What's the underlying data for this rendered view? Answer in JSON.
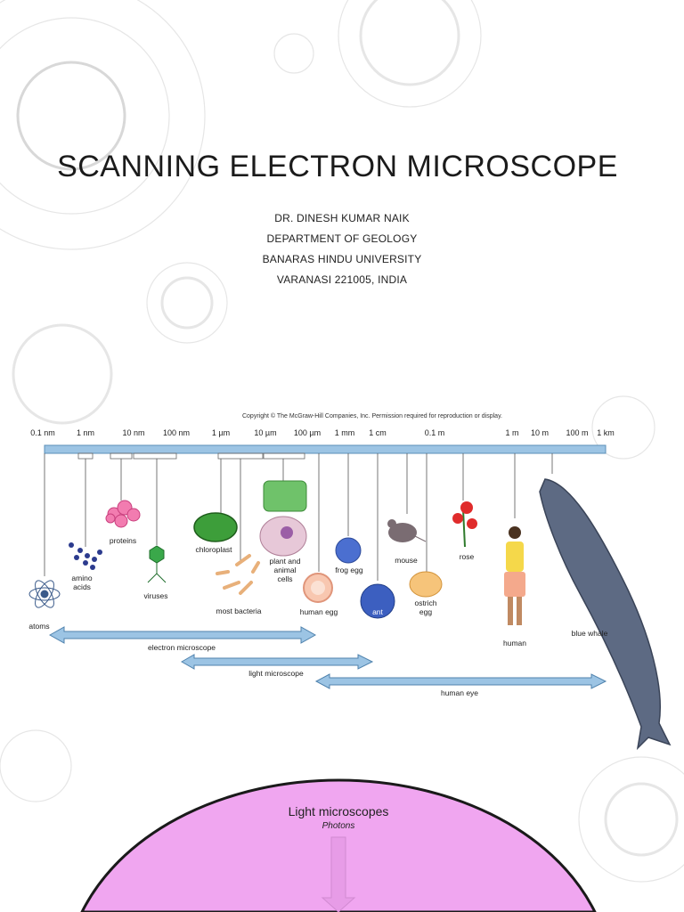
{
  "title": "SCANNING ELECTRON MICROSCOPE",
  "subtitle_lines": [
    "DR. DINESH KUMAR NAIK",
    "DEPARTMENT OF GEOLOGY",
    "BANARAS HINDU UNIVERSITY",
    "VARANASI 221005, INDIA"
  ],
  "figure": {
    "copyright": "Copyright © The McGraw-Hill Companies, Inc. Permission required for reproduction or display.",
    "scale_ticks": [
      "0.1 nm",
      "1 nm",
      "10 nm",
      "100 nm",
      "1 µm",
      "10 µm",
      "100 µm",
      "1 mm",
      "1 cm",
      "0.1 m",
      "1 m",
      "10 m",
      "100 m",
      "1 km"
    ],
    "items": {
      "atoms": "atoms",
      "amino_acids_1": "amino",
      "amino_acids_2": "acids",
      "proteins": "proteins",
      "viruses": "viruses",
      "chloroplast": "chloroplast",
      "most_bacteria": "most bacteria",
      "plant_cells_1": "plant and",
      "plant_cells_2": "animal",
      "plant_cells_3": "cells",
      "human_egg": "human egg",
      "frog_egg": "frog egg",
      "ant": "ant",
      "mouse": "mouse",
      "ostrich_egg_1": "ostrich",
      "ostrich_egg_2": "egg",
      "rose": "rose",
      "human": "human",
      "blue_whale": "blue whale"
    },
    "ranges": {
      "electron": "electron microscope",
      "light": "light microscope",
      "eye": "human eye"
    }
  },
  "bottom": {
    "heading": "Light microscopes",
    "subheading": "Photons",
    "fill_color": "#f0a6f0"
  }
}
